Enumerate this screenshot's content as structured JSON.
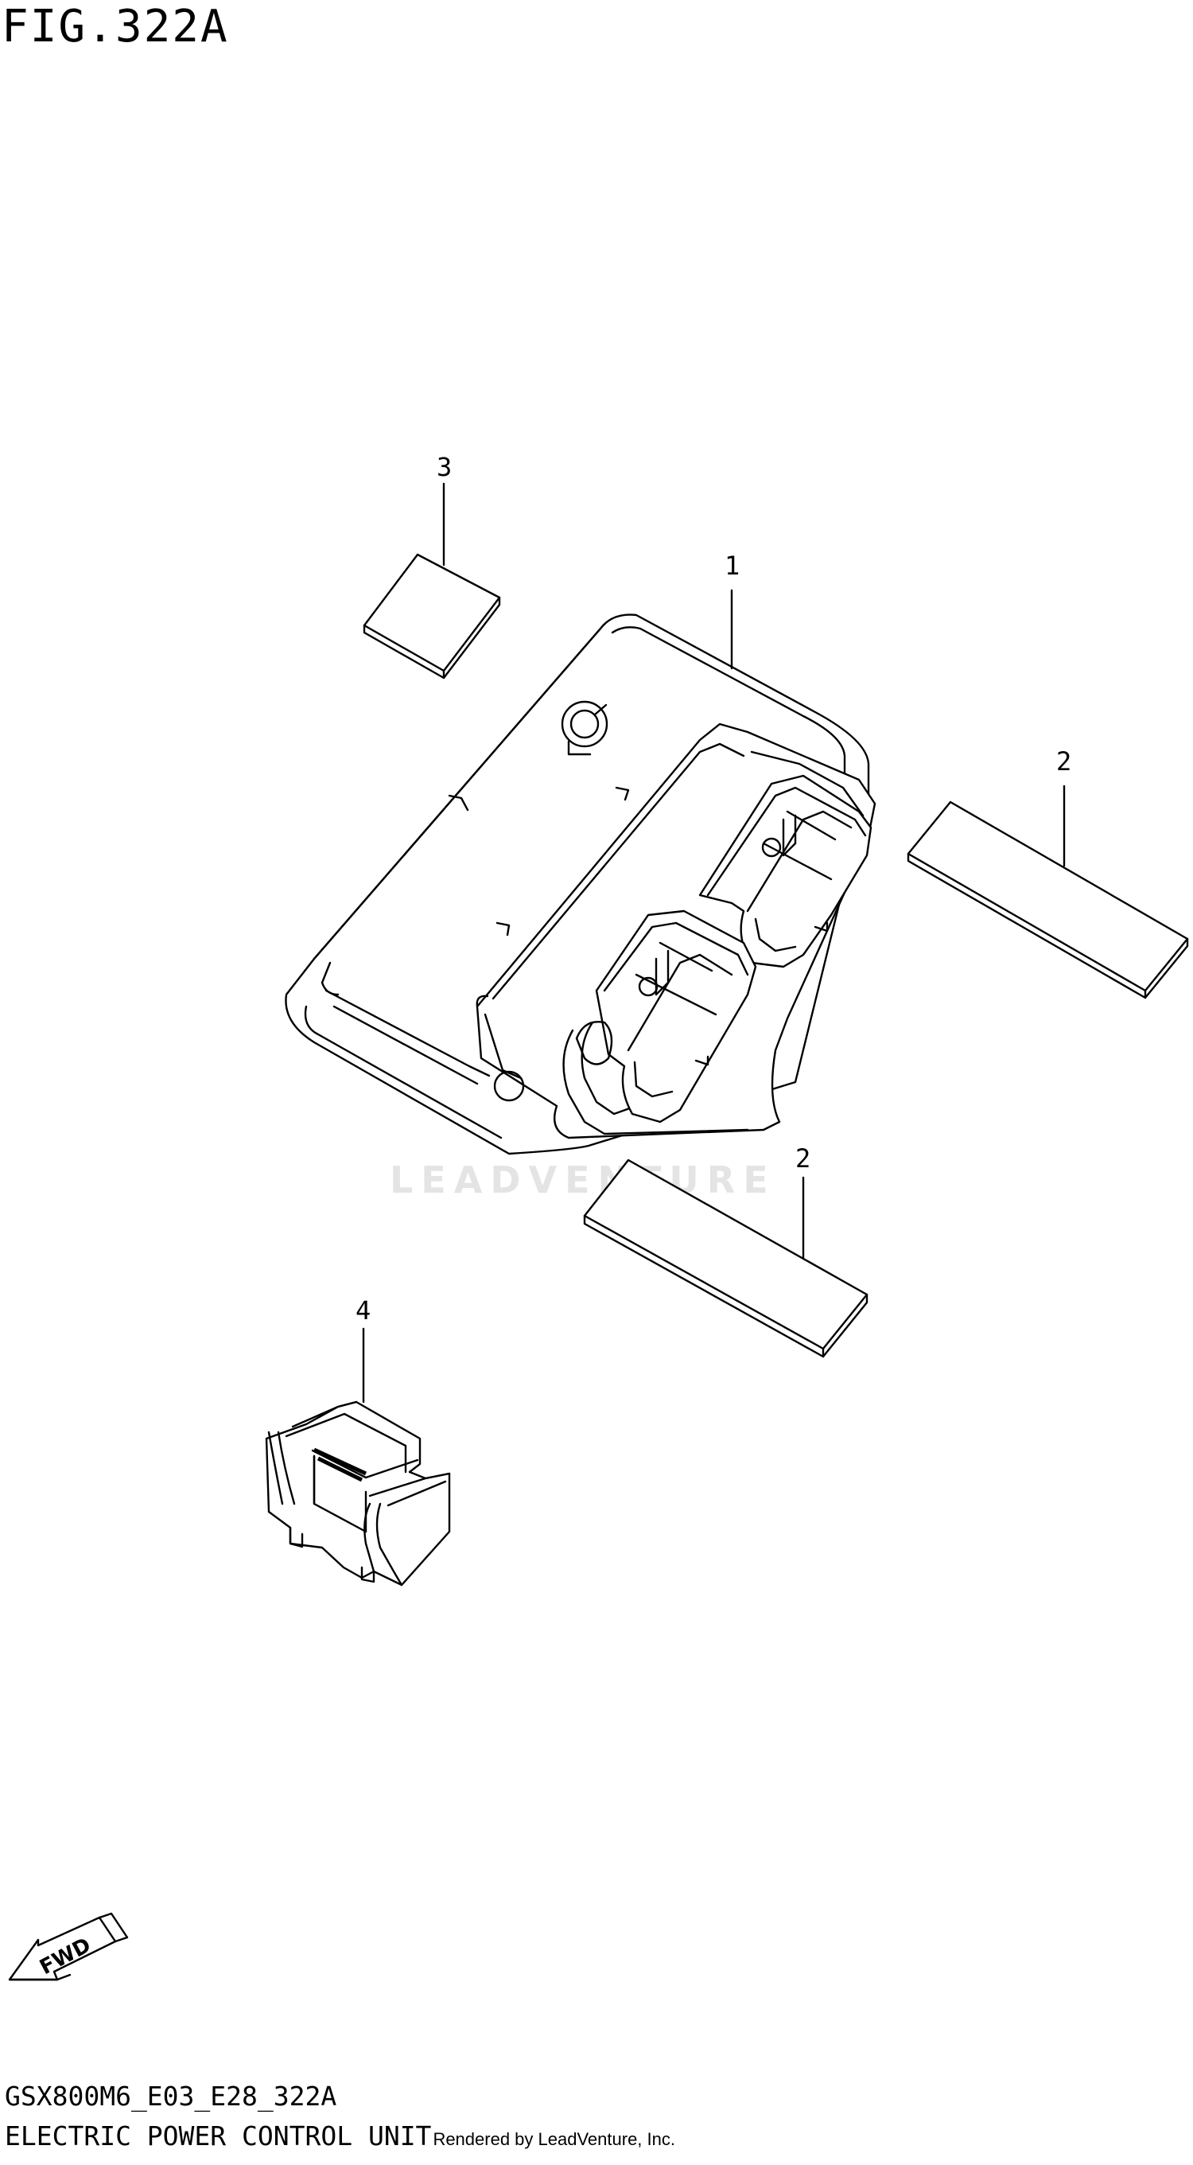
{
  "figure": {
    "title": "FIG.322A",
    "model_code": "GSX800M6_E03_E28_322A",
    "diagram_title": "ELECTRIC POWER CONTROL UNIT",
    "rendered_by": "Rendered by LeadVenture, Inc.",
    "watermark": "LEADVENTURE"
  },
  "callouts": [
    {
      "id": "ecu",
      "label": "1"
    },
    {
      "id": "pad-upper",
      "label": "2"
    },
    {
      "id": "pad-lower",
      "label": "2"
    },
    {
      "id": "pad-small",
      "label": "3"
    },
    {
      "id": "relay",
      "label": "4"
    }
  ],
  "fwd_arrow": {
    "label": "FWD"
  }
}
